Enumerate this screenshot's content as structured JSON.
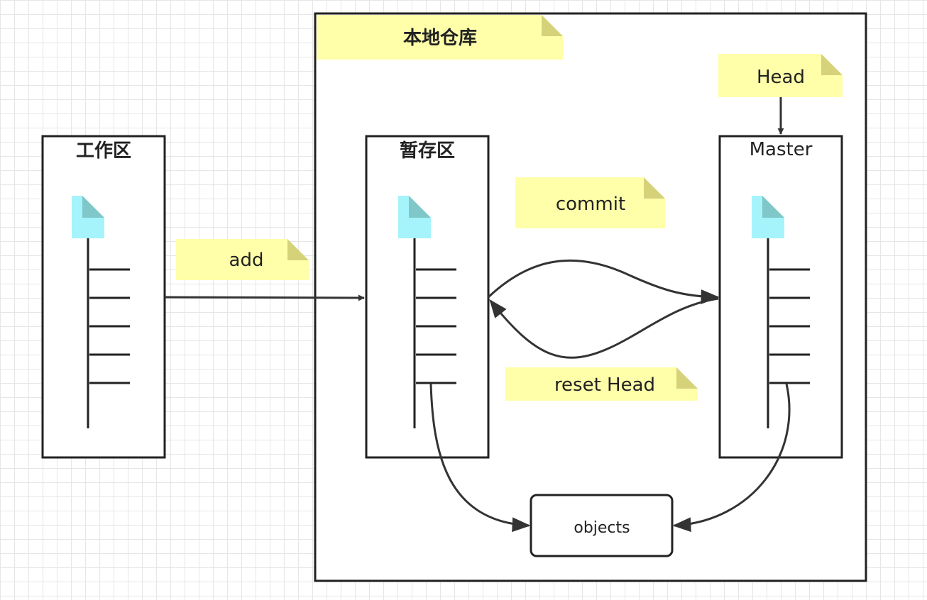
{
  "repo": {
    "title": "本地仓库"
  },
  "workspace": {
    "title": "工作区"
  },
  "staging": {
    "title": "暂存区"
  },
  "master": {
    "title": "Master"
  },
  "notes": {
    "head": "Head",
    "add": "add",
    "commit": "commit",
    "reset": "reset Head"
  },
  "objects": {
    "label": "objects"
  },
  "colors": {
    "note_fill": "#ffffaa",
    "note_fold": "#d6d27a",
    "doc_fill": "#a5f3fb",
    "doc_fold": "#7fc7c9",
    "stroke": "#222222"
  }
}
